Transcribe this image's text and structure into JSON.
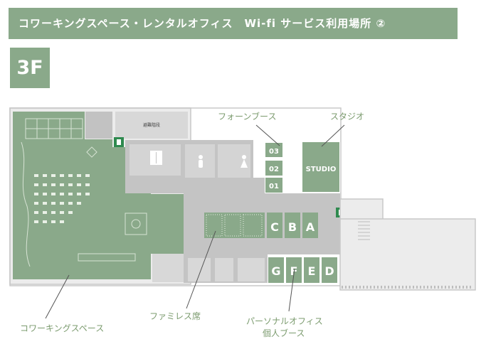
{
  "header": {
    "title": "コワーキングスペース・レンタルオフィス　Wi-fi サービス利用場所 ②"
  },
  "floor": {
    "label": "3F"
  },
  "rooms": {
    "booth_01": "01",
    "booth_02": "02",
    "booth_03": "03",
    "studio": "STUDIO",
    "room_a": "A",
    "room_b": "B",
    "room_c": "C",
    "room_d": "D",
    "room_e": "E",
    "room_f": "F",
    "room_g": "G",
    "small_room": "避難階段"
  },
  "callouts": {
    "phone_booth": "フォーンブース",
    "studio": "スタジオ",
    "coworking": "コワーキングスペース",
    "family_seats": "ファミレス席",
    "personal_office_line1": "パーソナルオフィス",
    "personal_office_line2": "個人ブース"
  },
  "colors": {
    "green_area": "#8aa98a",
    "gray_area": "#c4c4c4",
    "label_text": "#7b9b6e",
    "wall": "#bdbdbd"
  },
  "icons": [
    "exit-sign-icon",
    "restroom-male-icon",
    "restroom-female-icon",
    "elevator-icon"
  ]
}
